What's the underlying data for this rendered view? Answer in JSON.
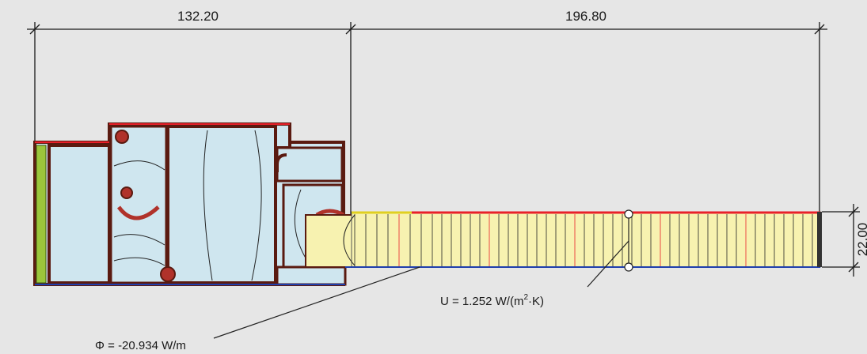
{
  "dimensions": {
    "frame_width": "132.20",
    "panel_length": "196.80",
    "panel_thickness": "22.00"
  },
  "annotations": {
    "u_value": "U = 1.252 W/(m",
    "u_value_exp": "2",
    "u_value_unit": "·K)",
    "phi_label": "Φ = -20.934 W/m"
  },
  "colors": {
    "background": "#e6e6e6",
    "cavity_fill": "#cfe6ef",
    "frame_outline": "#5a1a10",
    "warm_edge": "#e8202a",
    "cold_edge": "#1f3fae",
    "panel_fill": "#f7f2b0",
    "gasket": "#9cc63b",
    "isotherm": "#222222"
  }
}
